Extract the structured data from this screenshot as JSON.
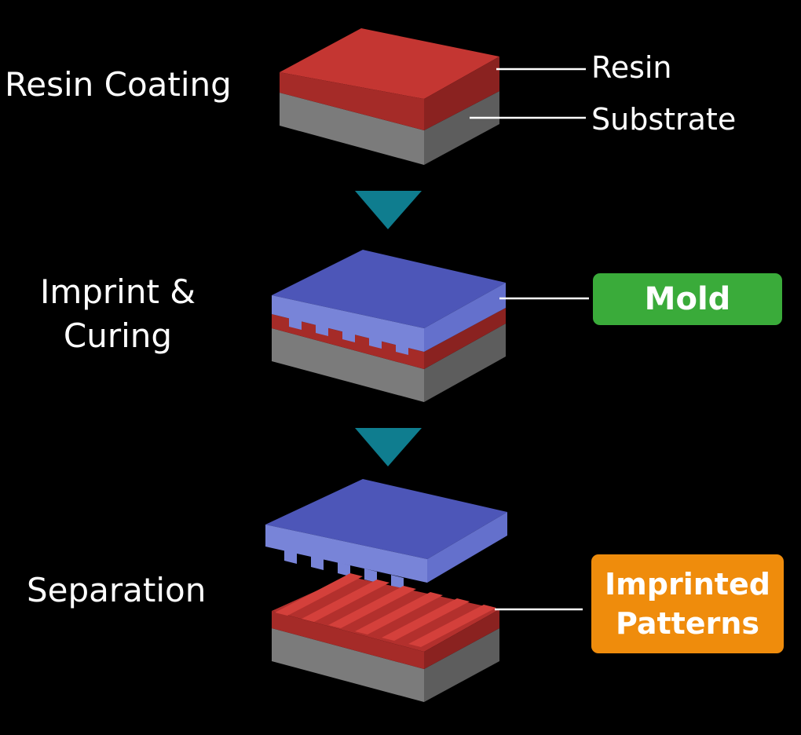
{
  "steps": [
    {
      "label": "Resin Coating"
    },
    {
      "label_line1": "Imprint &",
      "label_line2": "Curing"
    },
    {
      "label": "Separation"
    }
  ],
  "callouts": {
    "resin": "Resin",
    "substrate": "Substrate",
    "mold": "Mold",
    "imprinted_line1": "Imprinted",
    "imprinted_line2": "Patterns"
  },
  "colors": {
    "background": "#000000",
    "resin": "#c43632",
    "substrate": "#8a8a8a",
    "mold": "#4d56b8",
    "arrow": "#0f7d8f",
    "mold_badge": "#3aab3a",
    "patterns_badge": "#ef8c0c"
  },
  "icons": [
    "down-arrow-icon",
    "down-arrow-icon"
  ]
}
